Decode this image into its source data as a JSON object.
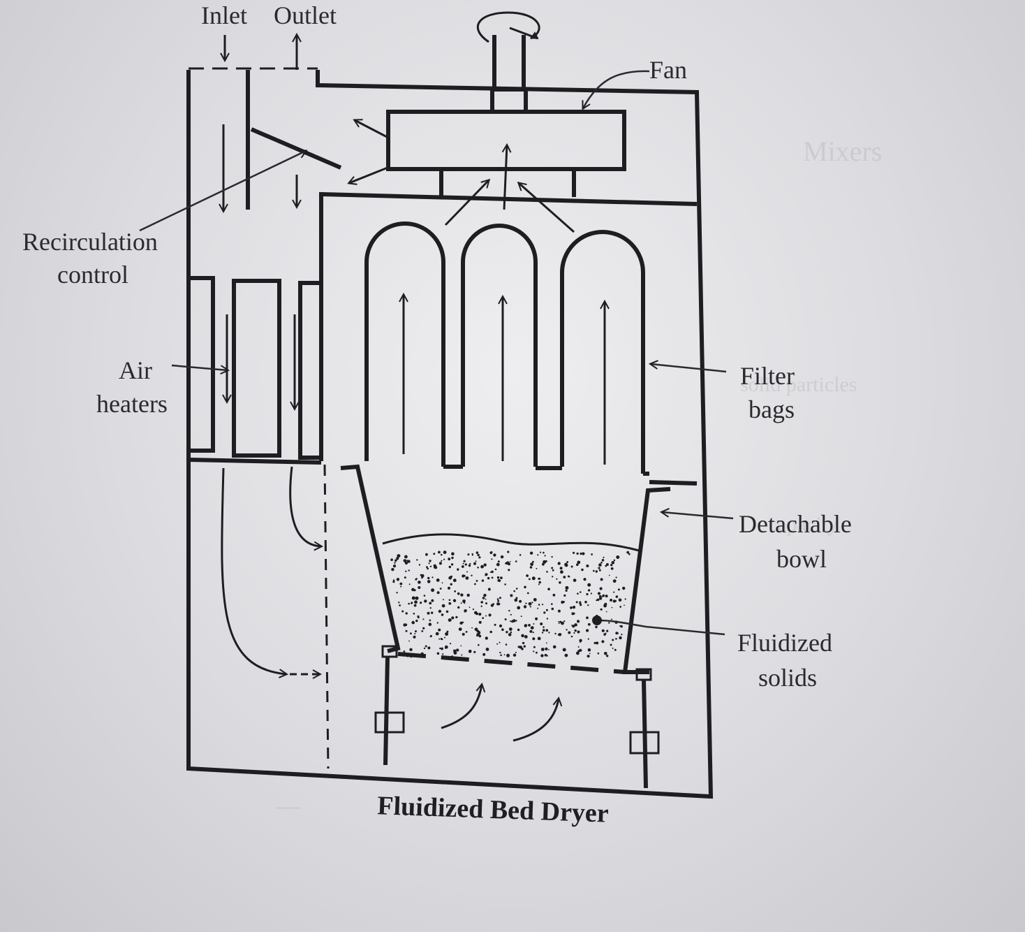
{
  "labels": {
    "inlet": "Inlet",
    "outlet": "Outlet",
    "fan": "Fan",
    "recirculation_line1": "Recirculation",
    "recirculation_line2": "control",
    "air_heaters_line1": "Air",
    "air_heaters_line2": "heaters",
    "filter_bags_line1": "Filter",
    "filter_bags_line2": "bags",
    "detachable_bowl_line1": "Detachable",
    "detachable_bowl_line2": "bowl",
    "fluidized_solids_line1": "Fluidized",
    "fluidized_solids_line2": "solids"
  },
  "caption": "Fluidized Bed Dryer",
  "colors": {
    "ink": "#1e1e22",
    "paper": "#e4e4e8"
  }
}
